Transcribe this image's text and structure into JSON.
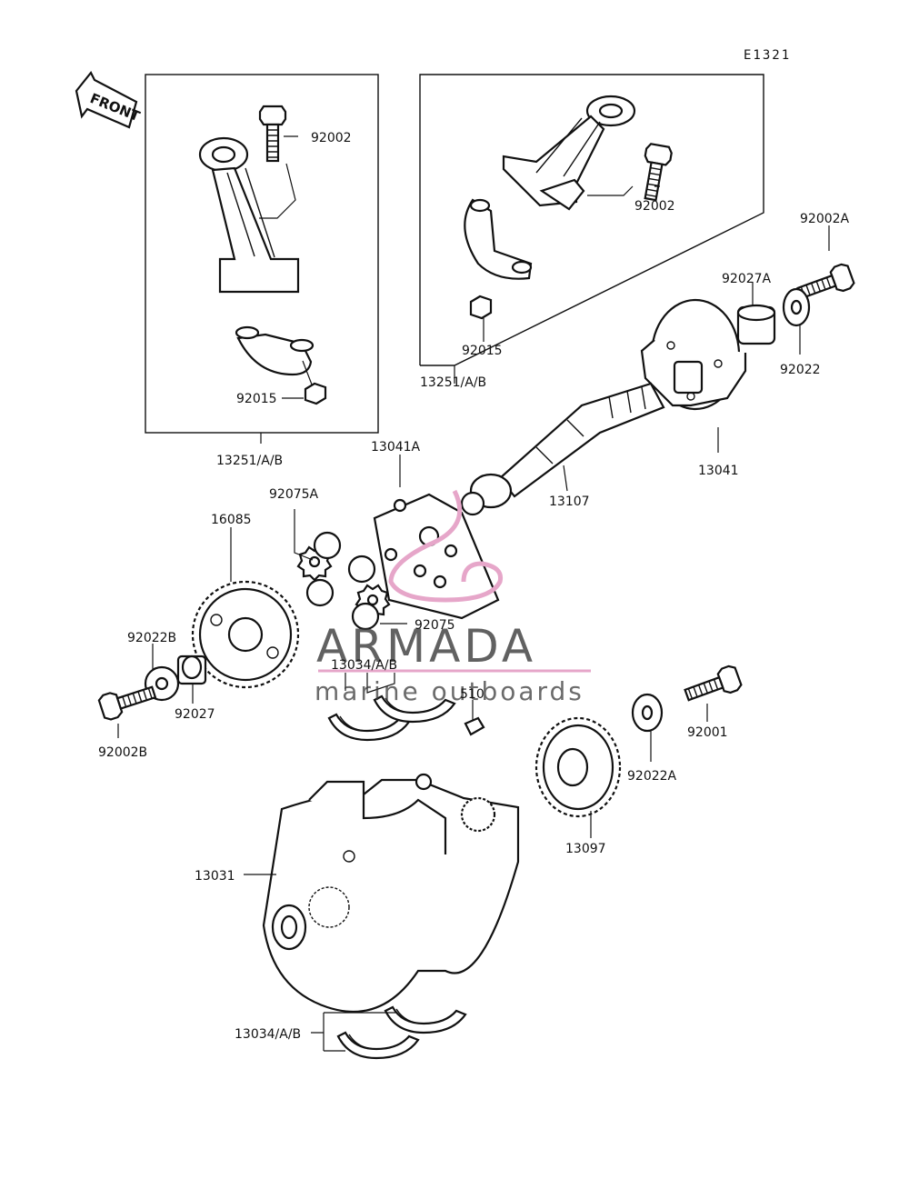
{
  "diagram": {
    "code": "E1321",
    "front_label": "FRONT",
    "watermark": {
      "brand": "ARMADA",
      "tagline": "marine outboards",
      "accent_color": "#e6a6c9"
    },
    "labels": {
      "rod_bolt_left": "92002",
      "rod_nut_left": "92015",
      "rod_assy_left": "13251/A/B",
      "rod_bolt_right": "92002",
      "rod_nut_right": "92015",
      "rod_assy_right": "13251/A/B",
      "bolt_top_right": "92002A",
      "collar_top_right": "92027A",
      "washer_top_right": "92022",
      "flange_gear": "13041",
      "shaft": "13107",
      "plate": "13041A",
      "damper_a": "92075A",
      "damper": "92075",
      "gear_left": "16085",
      "washer_left": "92022B",
      "collar_left": "92027",
      "bolt_left": "92002B",
      "bearing_upper": "13034/A/B",
      "key": "510",
      "crankshaft": "13031",
      "gear_right": "13097",
      "washer_right": "92022A",
      "bolt_right": "92001",
      "bearing_lower": "13034/A/B"
    }
  }
}
